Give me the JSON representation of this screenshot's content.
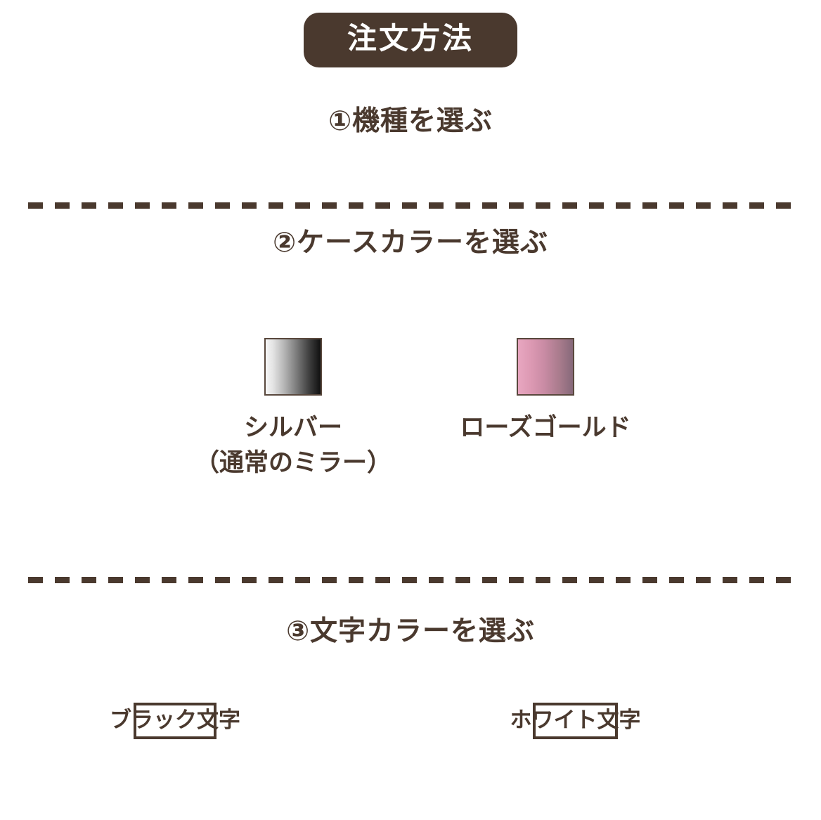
{
  "header": {
    "badge_label": "注文方法",
    "badge_bg": "#4a392e",
    "badge_text_color": "#ffffff"
  },
  "theme": {
    "brown": "#4a392e",
    "background": "#ffffff"
  },
  "steps": [
    {
      "id": "step-1",
      "heading": "①機種を選ぶ"
    },
    {
      "id": "step-2",
      "heading": "②ケースカラーを選ぶ",
      "options": [
        {
          "name": "シルバー",
          "note": "（通常のミラー）",
          "swatch_from": "#f7f7f7",
          "swatch_to": "#101010"
        },
        {
          "name": "ローズゴールド",
          "note": "",
          "swatch_from": "#e8a6c0",
          "swatch_to": "#86697a"
        }
      ]
    },
    {
      "id": "step-3",
      "heading": "③文字カラーを選ぶ",
      "options": [
        {
          "name": "ブラック文字"
        },
        {
          "name": "ホワイト文字"
        }
      ]
    }
  ]
}
